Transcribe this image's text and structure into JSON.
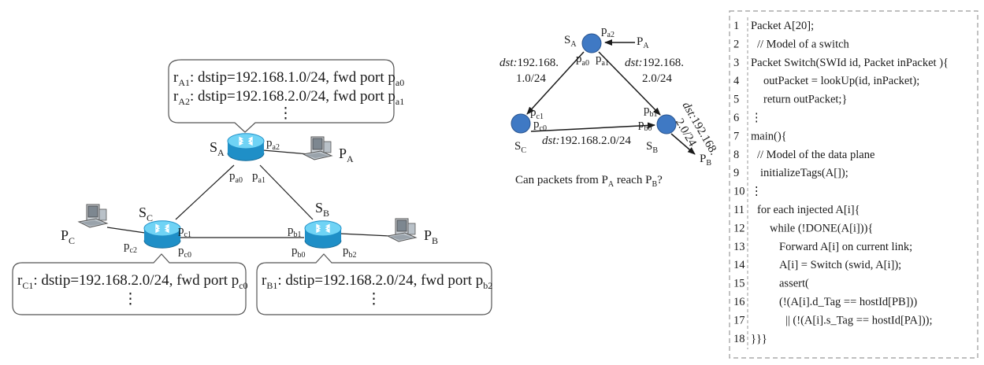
{
  "left": {
    "rules_a": {
      "r1": {
        "pre": "r",
        "sub": "A1",
        "mid": ": dstip=192.168.1.0/24, fwd port p",
        "port": "a0"
      },
      "r2": {
        "pre": "r",
        "sub": "A2",
        "mid": ": dstip=192.168.2.0/24, fwd port p",
        "port": "a1"
      },
      "more": "⋮"
    },
    "rules_c": {
      "r1": {
        "pre": "r",
        "sub": "C1",
        "mid": ": dstip=192.168.2.0/24, fwd port p",
        "port": "c0"
      },
      "more": "⋮"
    },
    "rules_b": {
      "r1": {
        "pre": "r",
        "sub": "B1",
        "mid": ": dstip=192.168.2.0/24, fwd port p",
        "port": "b2"
      },
      "more": "⋮"
    },
    "switches": {
      "a": {
        "main": "S",
        "sub": "A"
      },
      "b": {
        "main": "S",
        "sub": "B"
      },
      "c": {
        "main": "S",
        "sub": "C"
      }
    },
    "ports": {
      "a0": {
        "main": "p",
        "sub": "a0"
      },
      "a1": {
        "main": "p",
        "sub": "a1"
      },
      "a2": {
        "main": "p",
        "sub": "a2"
      },
      "b0": {
        "main": "p",
        "sub": "b0"
      },
      "b1": {
        "main": "p",
        "sub": "b1"
      },
      "b2": {
        "main": "p",
        "sub": "b2"
      },
      "c0": {
        "main": "p",
        "sub": "c0"
      },
      "c1": {
        "main": "p",
        "sub": "c1"
      },
      "c2": {
        "main": "p",
        "sub": "c2"
      }
    },
    "hosts": {
      "a": {
        "main": "P",
        "sub": "A"
      },
      "b": {
        "main": "P",
        "sub": "B"
      },
      "c": {
        "main": "P",
        "sub": "C"
      }
    }
  },
  "middle": {
    "nodes": {
      "a": {
        "main": "S",
        "sub": "A"
      },
      "b": {
        "main": "S",
        "sub": "B"
      },
      "c": {
        "main": "S",
        "sub": "C"
      }
    },
    "ports": {
      "a2": {
        "main": "p",
        "sub": "a2"
      },
      "a0": {
        "main": "p",
        "sub": "a0"
      },
      "a1": {
        "main": "p",
        "sub": "a1"
      },
      "c1": {
        "main": "p",
        "sub": "c1"
      },
      "c0": {
        "main": "p",
        "sub": "c0"
      },
      "b1": {
        "main": "p",
        "sub": "b1"
      },
      "b0": {
        "main": "p",
        "sub": "b0"
      }
    },
    "hosts": {
      "a": {
        "main": "P",
        "sub": "A"
      },
      "b": {
        "main": "P",
        "sub": "B"
      }
    },
    "edges": {
      "ac_line1": {
        "pre": "dst:",
        "rest": "192.168."
      },
      "ac_line2": "1.0/24",
      "ab_line1": {
        "pre": "dst:",
        "rest": "192.168."
      },
      "ab_line2": "2.0/24",
      "cb": {
        "pre": "dst:",
        "rest": "192.168.2.0/24"
      },
      "bout_line1": {
        "pre": "dst:",
        "rest": "192.168."
      },
      "bout_line2": "2.0/24"
    },
    "question": {
      "t1": "Can packets from P",
      "s1": "A",
      "t2": " reach P",
      "s2": "B",
      "t3": "?"
    }
  },
  "code": {
    "lines": [
      {
        "n": "1",
        "text": "Packet A[20];"
      },
      {
        "n": "2",
        "text": "// Model of a switch"
      },
      {
        "n": "3",
        "text": "Packet Switch(SWId id, Packet  inPacket ){"
      },
      {
        "n": "4",
        "text": "outPacket = lookUp(id, inPacket);"
      },
      {
        "n": "5",
        "text": "return outPacket;}"
      },
      {
        "n": "6",
        "text": "⋮"
      },
      {
        "n": "7",
        "text": "main(){"
      },
      {
        "n": "8",
        "text": "// Model of the data plane"
      },
      {
        "n": "9",
        "text": "initializeTags(A[]);"
      },
      {
        "n": "10",
        "text": "⋮"
      },
      {
        "n": "11",
        "text": "for each injected A[i]{"
      },
      {
        "n": "12",
        "text": "while (!DONE(A[i])){"
      },
      {
        "n": "13",
        "text": "Forward A[i] on current link;"
      },
      {
        "n": "14",
        "text": "A[i] = Switch (swid, A[i]);"
      },
      {
        "n": "15",
        "text": "assert("
      },
      {
        "n": "16",
        "text": "(!(A[i].d_Tag == hostId[PB]))"
      },
      {
        "n": "17",
        "text": "|| (!(A[i].s_Tag == hostId[PA]));"
      },
      {
        "n": "18",
        "text": "}}}"
      }
    ]
  },
  "colors": {
    "router_top": "#6fd3f5",
    "router_body": "#1f8fc7",
    "router_dark": "#146a97",
    "node_fill": "#3f79c4",
    "node_stroke": "#2a5590",
    "box_border": "#999999"
  }
}
